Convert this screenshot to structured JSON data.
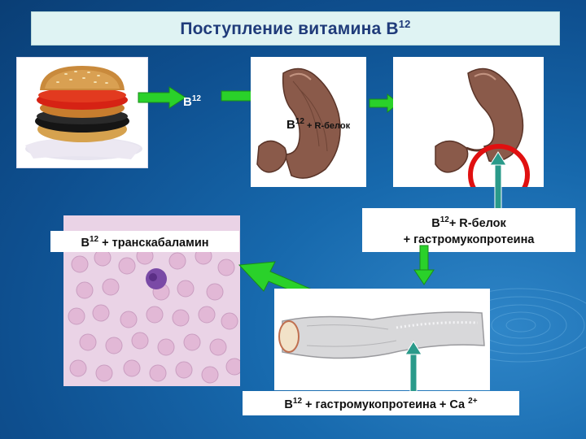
{
  "title": {
    "main": "Поступление витамина В",
    "sup": "12"
  },
  "labels": {
    "b12_plain": {
      "main": "В",
      "sup": "12"
    },
    "b12_rbelok": {
      "main": "В",
      "sup": "12",
      "rest": " + R-белок"
    },
    "b12_transcobalamin": {
      "main": "В",
      "sup": "12",
      "rest": " + транскабаламин"
    },
    "b12_r_gastro": {
      "main": "В",
      "sup": "12",
      "line1_rest": "+ R-белок",
      "line2": "+ гастромукопротеина"
    },
    "b12_gastro_ca": {
      "main": "В",
      "sup": "12",
      "rest": " + гастромукопротеина + Са ",
      "sup2": "2+"
    }
  },
  "colors": {
    "arrow_green": "#2ad12a",
    "arrow_teal": "#2a9a8a",
    "highlight_circle": "#e01010",
    "title_text": "#1f3b7a"
  },
  "icons": {
    "food": "burger-image",
    "stomach": "stomach-image",
    "blood": "blood-smear-image",
    "intestine": "intestine-image"
  }
}
